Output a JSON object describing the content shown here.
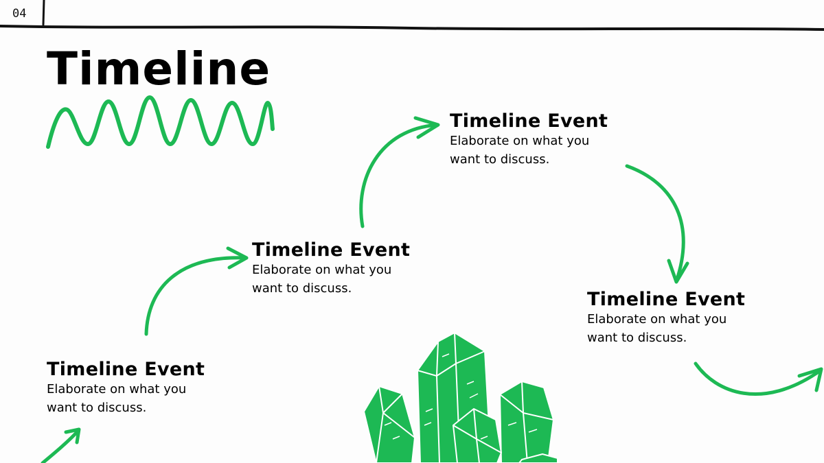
{
  "slide": {
    "page_number": "04",
    "title": "Timeline",
    "accent_color": "#1db954"
  },
  "events": [
    {
      "title": "Timeline Event",
      "description": "Elaborate on what you want to discuss."
    },
    {
      "title": "Timeline Event",
      "description": "Elaborate on what you want to discuss."
    },
    {
      "title": "Timeline Event",
      "description": "Elaborate on what you want to discuss."
    },
    {
      "title": "Timeline Event",
      "description": "Elaborate on what you want to discuss."
    }
  ],
  "decorations": [
    "header-line",
    "zigzag-underline",
    "curved-arrow-icon",
    "crystal-cluster-illustration"
  ]
}
